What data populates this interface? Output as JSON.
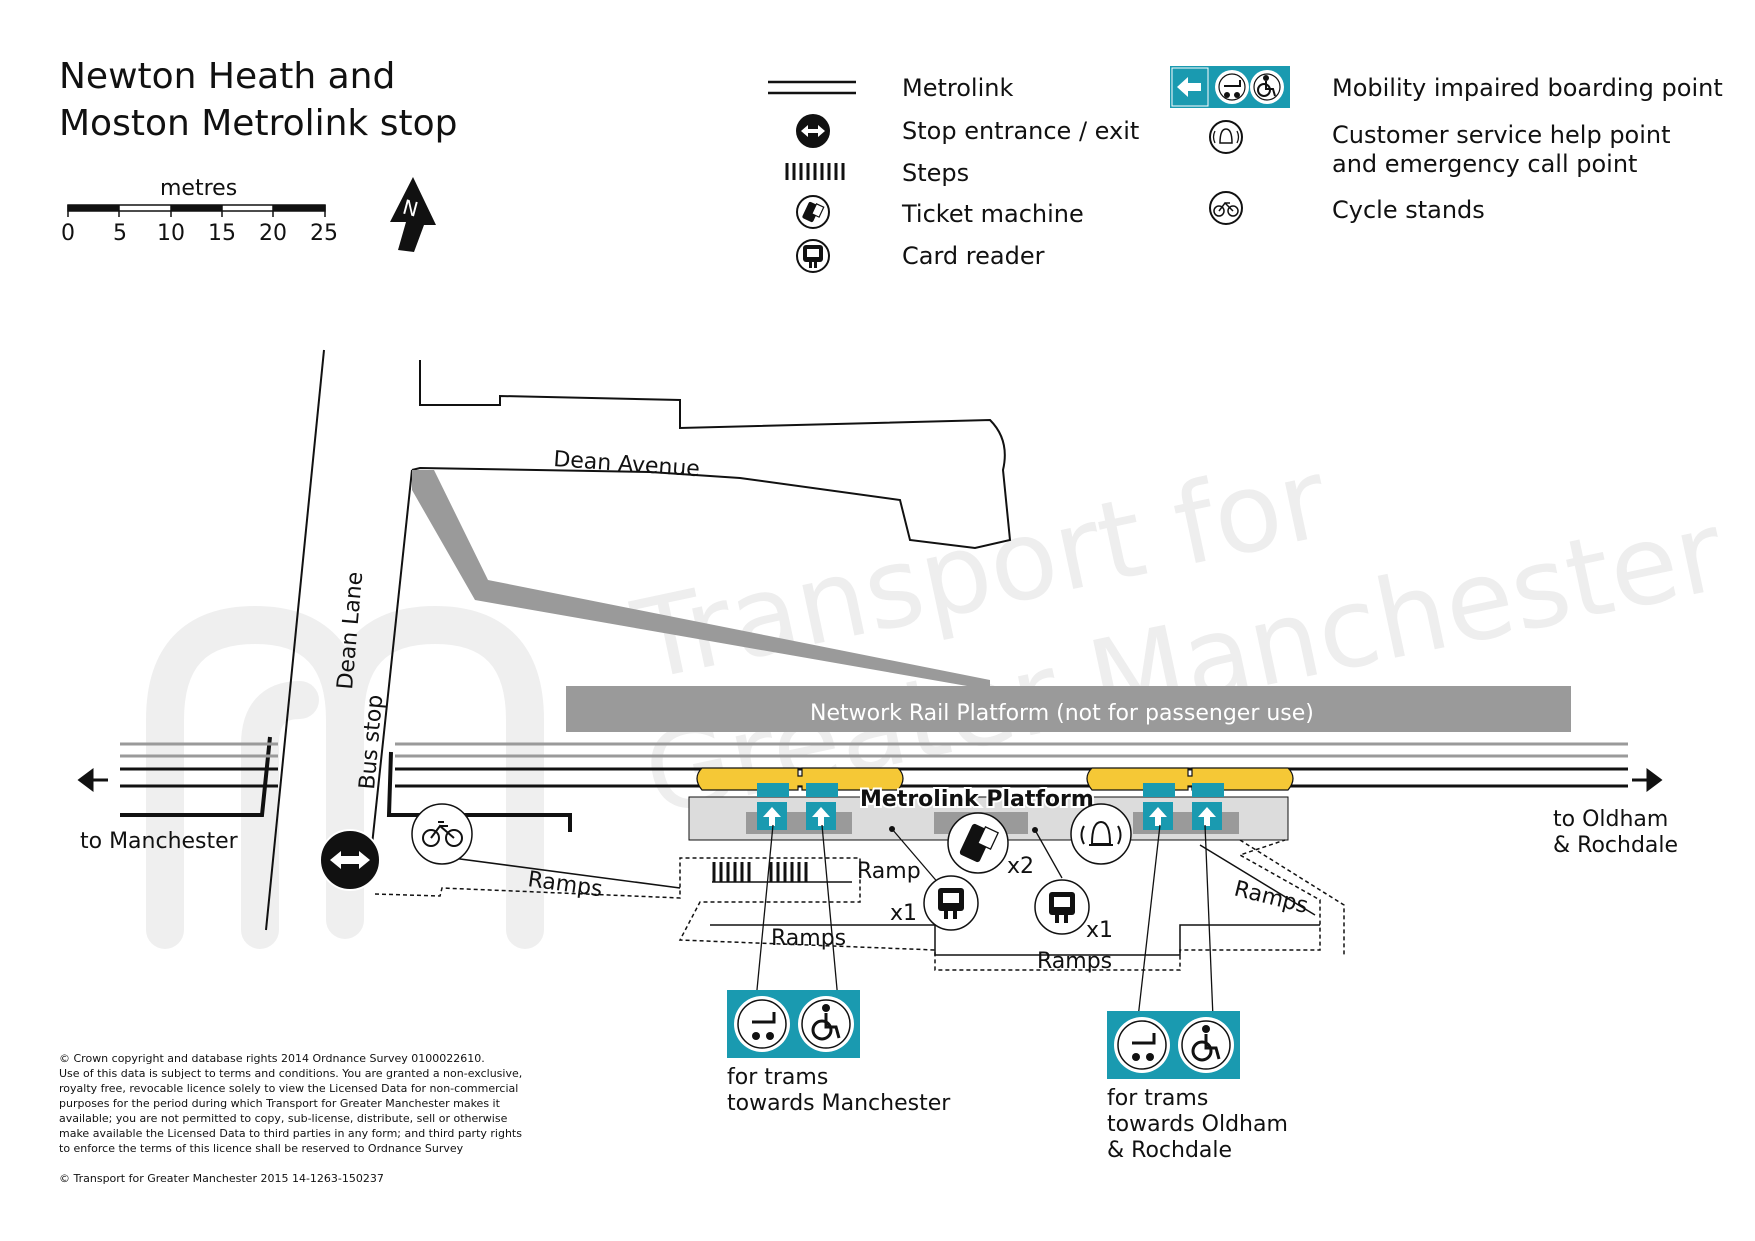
{
  "title": {
    "line1": "Newton Heath and",
    "line2": "Moston Metrolink stop"
  },
  "scale": {
    "unit": "metres",
    "ticks": [
      "0",
      "5",
      "10",
      "15",
      "20",
      "25"
    ]
  },
  "north_label": "N",
  "legend": {
    "metrolink": "Metrolink",
    "entrance": "Stop entrance / exit",
    "steps": "Steps",
    "ticket_machine": "Ticket machine",
    "card_reader": "Card reader",
    "mobility": "Mobility impaired boarding point",
    "help_point_line1": "Customer service help point",
    "help_point_line2": "and emergency call point",
    "cycle": "Cycle stands"
  },
  "map": {
    "dean_avenue": "Dean  Avenue",
    "dean_lane": "Dean  Lane",
    "bus_stop": "Bus stop",
    "network_rail": "Network Rail Platform (not for passenger use)",
    "metrolink_platform": "Metrolink Platform",
    "to_manchester": "to Manchester",
    "to_oldham_1": "to Oldham",
    "to_oldham_2": "& Rochdale",
    "ramps": "Ramps",
    "ramp": "Ramp",
    "x1": "x1",
    "x2": "x2",
    "board_manchester_1": "for trams",
    "board_manchester_2": "towards Manchester",
    "board_oldham_1": "for trams",
    "board_oldham_2": "towards Oldham",
    "board_oldham_3": "& Rochdale"
  },
  "footer": {
    "lines": [
      "© Crown copyright and database rights 2014 Ordnance Survey 0100022610.",
      "Use of this data is subject to terms and conditions. You are granted a non-exclusive,",
      "royalty free, revocable licence solely to view the Licensed Data for non-commercial",
      "purposes for the period during which Transport for Greater Manchester makes it",
      "available; you are not permitted to copy, sub-license, distribute, sell or otherwise",
      "make available the Licensed Data to third parties in any form; and third party rights",
      "to enforce the terms of this licence shall be reserved to Ordnance Survey"
    ],
    "copyright": "© Transport for Greater Manchester 2015  14-1263-150237"
  },
  "watermark": {
    "line1": "Transport for",
    "line2": "Greater Manchester"
  },
  "colors": {
    "teal": "#1a9ab0",
    "yellow": "#f5c836",
    "grey": "#9a9a9a",
    "light_grey": "#dcdcdc"
  }
}
